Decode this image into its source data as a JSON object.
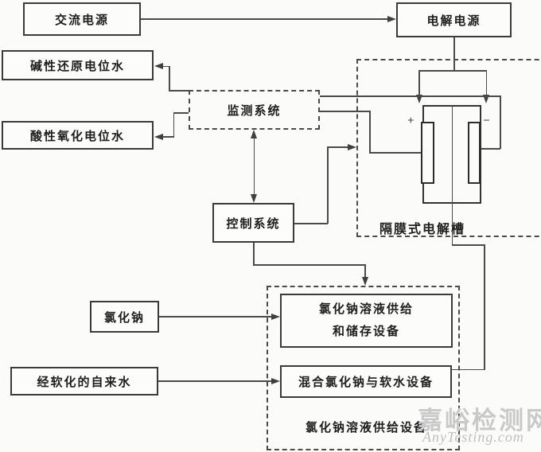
{
  "diagram": {
    "boxes": {
      "ac_power": "交流电源",
      "electrolysis_power": "电解电源",
      "alkaline_water": "碱性还原电位水",
      "acidic_water": "酸性氧化电位水",
      "monitoring_system": "监测系统",
      "control_system": "控制系统",
      "sodium_chloride": "氯化钠",
      "softened_tap_water": "经软化的自来水",
      "nacl_supply_line1": "氯化钠溶液供给",
      "nacl_supply_line2": "和储存设备",
      "mixing_device": "混合氯化钠与软水设备"
    },
    "labels": {
      "cell_group": "隔膜式电解槽",
      "supply_group": "氯化钠溶液供给设备",
      "anode_plus": "+",
      "cathode_minus": "−"
    },
    "watermark": {
      "cn": "嘉峪检测网",
      "en": "AnyTesting.com"
    },
    "colors": {
      "line": "#4a4a4a",
      "box_border": "#3a3a3a",
      "text": "#1e1e1e",
      "watermark": "#c9c9c9",
      "background": "#fbfbf9"
    }
  }
}
